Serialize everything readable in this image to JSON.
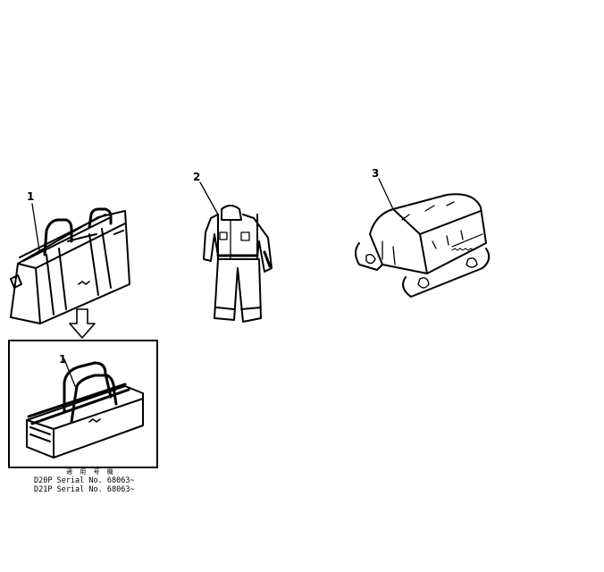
{
  "callouts": {
    "bag": "1",
    "inset_bag": "1",
    "coverall": "2",
    "cover": "3"
  },
  "inset": {
    "applicable_label": "適 用 号 機",
    "serials": [
      "D20P Serial No. 68063~",
      "D21P Serial No. 68063~"
    ]
  },
  "colors": {
    "line": "#000000",
    "background": "#ffffff"
  }
}
